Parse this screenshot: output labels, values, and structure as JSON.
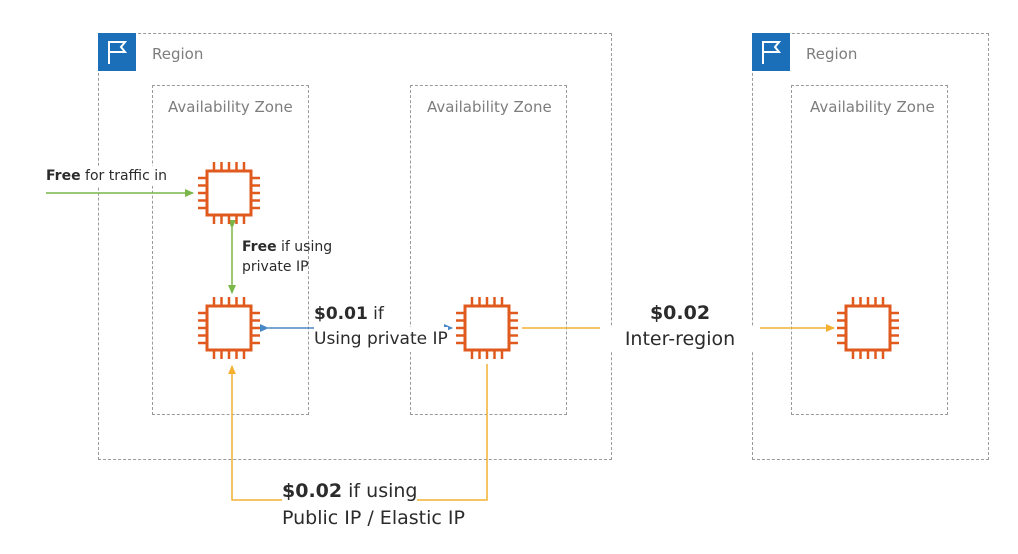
{
  "regions": [
    {
      "label": "Region",
      "icon": "region-flag-icon"
    },
    {
      "label": "Region",
      "icon": "region-flag-icon"
    }
  ],
  "availability_zones": [
    {
      "label": "Availability Zone"
    },
    {
      "label": "Availability Zone"
    },
    {
      "label": "Availability Zone"
    }
  ],
  "instances": [
    {
      "icon": "ec2-instance-icon"
    },
    {
      "icon": "ec2-instance-icon"
    },
    {
      "icon": "ec2-instance-icon"
    },
    {
      "icon": "ec2-instance-icon"
    }
  ],
  "annotations": {
    "traffic_in": {
      "bold": "Free",
      "rest": " for traffic in"
    },
    "private_ip_same_az": {
      "bold": "Free",
      "line1_rest": " if using",
      "line2": "private IP"
    },
    "cross_az": {
      "bold": "$0.01",
      "line1_rest": " if",
      "line2": "Using private IP"
    },
    "inter_region": {
      "line1": "$0.02",
      "line2": "Inter-region"
    },
    "public_ip": {
      "bold": "$0.02",
      "line1_rest": " if using",
      "line2": "Public IP / Elastic IP"
    }
  },
  "colors": {
    "region_flag": "#1b6fb8",
    "instance": "#e05a1e",
    "green_arrow": "#7ab648",
    "blue_arrow": "#4a89c8",
    "orange_arrow": "#f2b130",
    "dashed_border": "#9a9a9a"
  }
}
